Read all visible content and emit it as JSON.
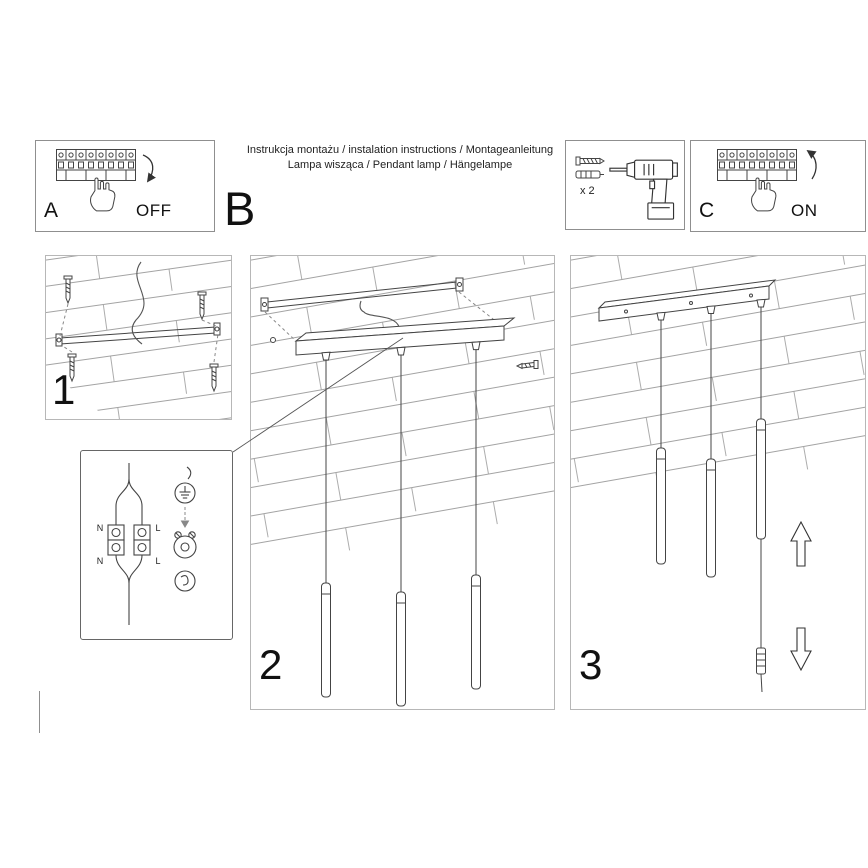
{
  "header": {
    "line1": "Instrukcja montażu / instalation instructions / Montageanleitung",
    "line2": "Lampa wisząca / Pendant lamp / Hängelampe"
  },
  "steps": {
    "a": {
      "label": "A",
      "state": "OFF"
    },
    "b": {
      "label": "B"
    },
    "c": {
      "label": "C",
      "state": "ON"
    },
    "tools": {
      "screw_count": "x 2"
    },
    "panel1": {
      "number": "1"
    },
    "panel2": {
      "number": "2"
    },
    "panel3": {
      "number": "3"
    }
  },
  "wiring_detail": {
    "terminal_labels": {
      "top_left": "N",
      "top_right": "L",
      "bottom_left": "N",
      "bottom_right": "L"
    }
  }
}
